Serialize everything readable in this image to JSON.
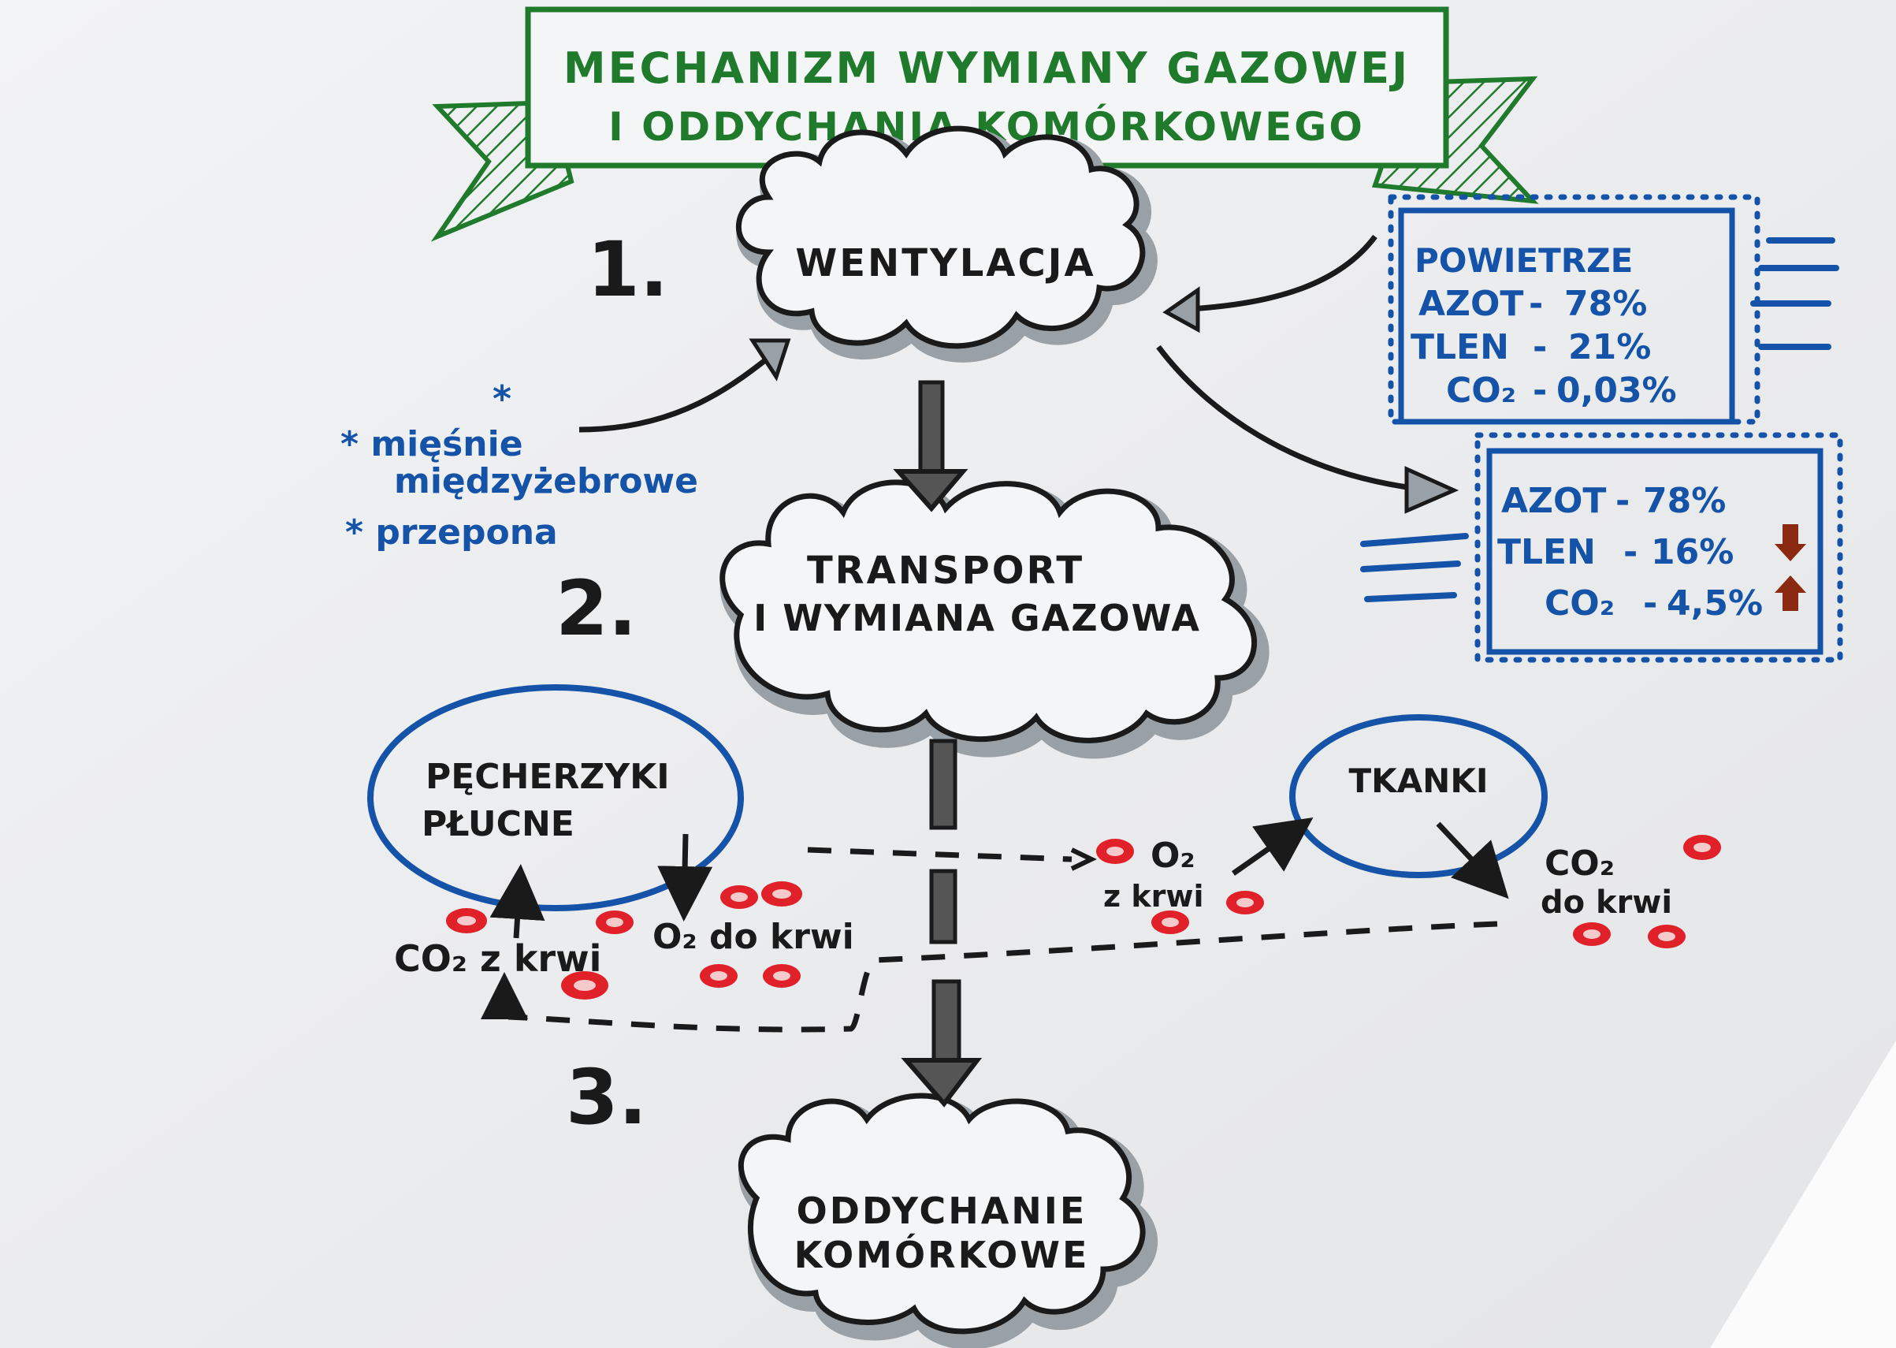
{
  "title": {
    "line1": "MECHANIZM WYMIANY GAZOWEJ",
    "line2": "I ODDYCHANIA KOMÓRKOWEGO"
  },
  "steps": [
    {
      "number": "1.",
      "label": "WENTYLACJA"
    },
    {
      "number": "2.",
      "label_line1": "TRANSPORT",
      "label_line2": "I WYMIANA GAZOWA"
    },
    {
      "number": "3.",
      "label_line1": "ODDYCHANIE",
      "label_line2": "KOMÓRKOWE"
    }
  ],
  "muscles": {
    "star": "*",
    "item1_line1": "* mięśnie",
    "item1_line2": "międzyżebrowe",
    "item2": "* przepona"
  },
  "inhaled_air": {
    "heading": "POWIETRZE",
    "rows": [
      {
        "label": "AZOT",
        "value": "78%"
      },
      {
        "label": "TLEN",
        "value": "21%"
      },
      {
        "label": "CO₂",
        "value": "0,03%"
      }
    ]
  },
  "exhaled_air": {
    "rows": [
      {
        "label": "AZOT",
        "value": "78%",
        "trend": ""
      },
      {
        "label": "TLEN",
        "value": "16%",
        "trend": "down"
      },
      {
        "label": "CO₂",
        "value": "4,5%",
        "trend": "up"
      }
    ]
  },
  "alveoli": {
    "label_line1": "PĘCHERZYKI",
    "label_line2": "PŁUCNE",
    "co2_text": "CO₂ z krwi",
    "o2_text": "O₂ do krwi"
  },
  "tissues": {
    "label": "TKANKI",
    "o2_line1": "O₂",
    "o2_line2": "z krwi",
    "co2_line1": "CO₂",
    "co2_line2": "do krwi"
  },
  "colors": {
    "title": "#1f7a2c",
    "air_boxes": "#1553a8",
    "ink": "#1a1a1a",
    "blood_cells": "#e02129",
    "trend_arrows": "#8a2a12",
    "shadow": "#9aa1a6"
  }
}
